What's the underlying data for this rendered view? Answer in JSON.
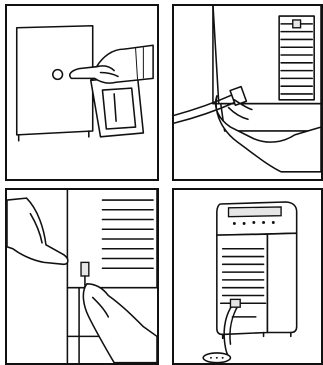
{
  "panels": [
    {
      "id": "step-1"
    },
    {
      "id": "step-2"
    },
    {
      "id": "step-3"
    },
    {
      "id": "step-4"
    }
  ],
  "icons": [
    "hand-icon",
    "bucket-icon",
    "drain-hose-icon",
    "dehumidifier-icon",
    "floor-drain-icon"
  ],
  "colors": {
    "line": "#111111",
    "background": "#ffffff",
    "shade": "#e6e6e6"
  }
}
